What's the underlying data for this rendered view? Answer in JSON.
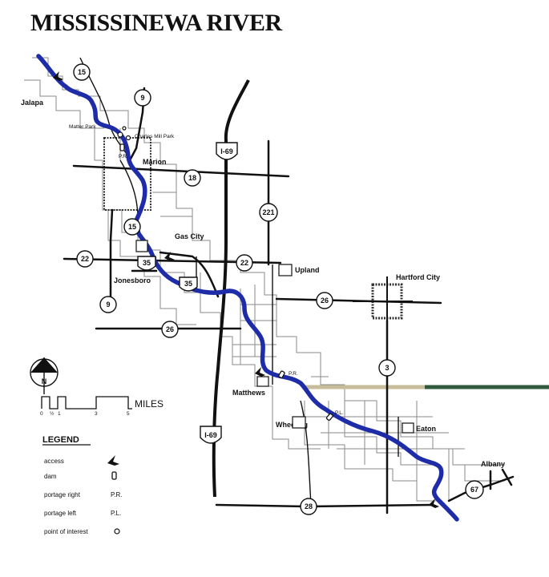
{
  "title": "MISSISSINEWA RIVER",
  "colors": {
    "river": "#1e2ca8",
    "road": "#111111",
    "trail_tan": "#c8bd9a",
    "trail_green": "#2f5a3c"
  },
  "towns": {
    "jalapa": "Jalapa",
    "matter_park": "Matter Park",
    "charles_mill_park": "Charles Mill Park",
    "marion": "Marion",
    "gas_city": "Gas City",
    "jonesboro": "Jonesboro",
    "upland": "Upland",
    "hartford_city": "Hartford City",
    "matthews": "Matthews",
    "wheeling": "Wheeling",
    "eaton": "Eaton",
    "albany": "Albany"
  },
  "map_marks": {
    "portage_right": "P.R.",
    "portage_left": "P.L."
  },
  "routes": {
    "r15a": "15",
    "r9a": "9",
    "r18": "18",
    "r221": "221",
    "r15b": "15",
    "r22w": "22",
    "r35a": "35",
    "r22e": "22",
    "r9b": "9",
    "r35b": "35",
    "r26a": "26",
    "r26b": "26",
    "r3": "3",
    "r28": "28",
    "r67": "67",
    "i69a": "I-69",
    "i69b": "I-69"
  },
  "north": {
    "label": "N"
  },
  "scale": {
    "label": "MILES",
    "ticks": [
      "0",
      "½",
      "1",
      "3",
      "5"
    ]
  },
  "legend": {
    "title": "LEGEND",
    "items": [
      {
        "label": "access",
        "symbol": "access-arrow"
      },
      {
        "label": "dam",
        "symbol": "dam-mark"
      },
      {
        "label": "portage right",
        "symbol_text": "P.R."
      },
      {
        "label": "portage left",
        "symbol_text": "P.L."
      },
      {
        "label": "point of interest",
        "symbol": "circle"
      }
    ]
  }
}
